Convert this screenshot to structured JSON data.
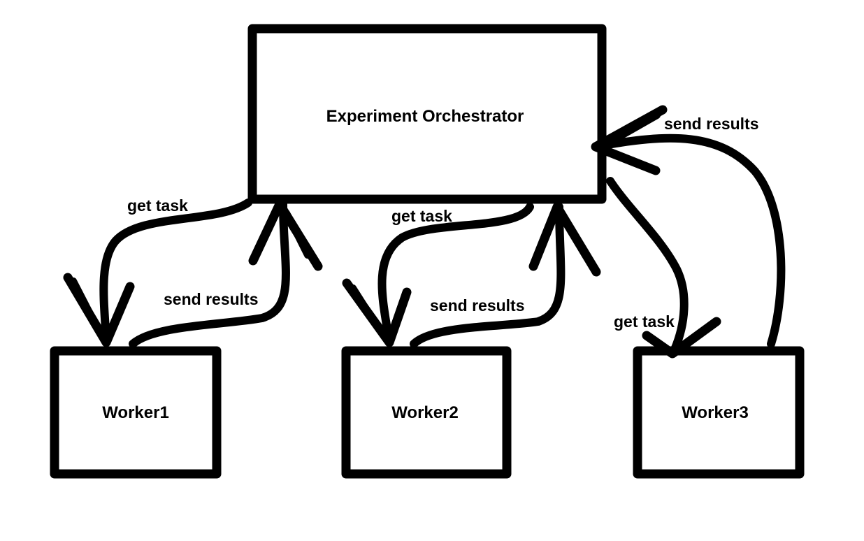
{
  "nodes": {
    "orchestrator": "Experiment Orchestrator",
    "worker1": "Worker1",
    "worker2": "Worker2",
    "worker3": "Worker3"
  },
  "edges": {
    "w1_get": "get task",
    "w1_send": "send results",
    "w2_get": "get task",
    "w2_send": "send results",
    "w3_get": "get task",
    "w3_send": "send results"
  }
}
